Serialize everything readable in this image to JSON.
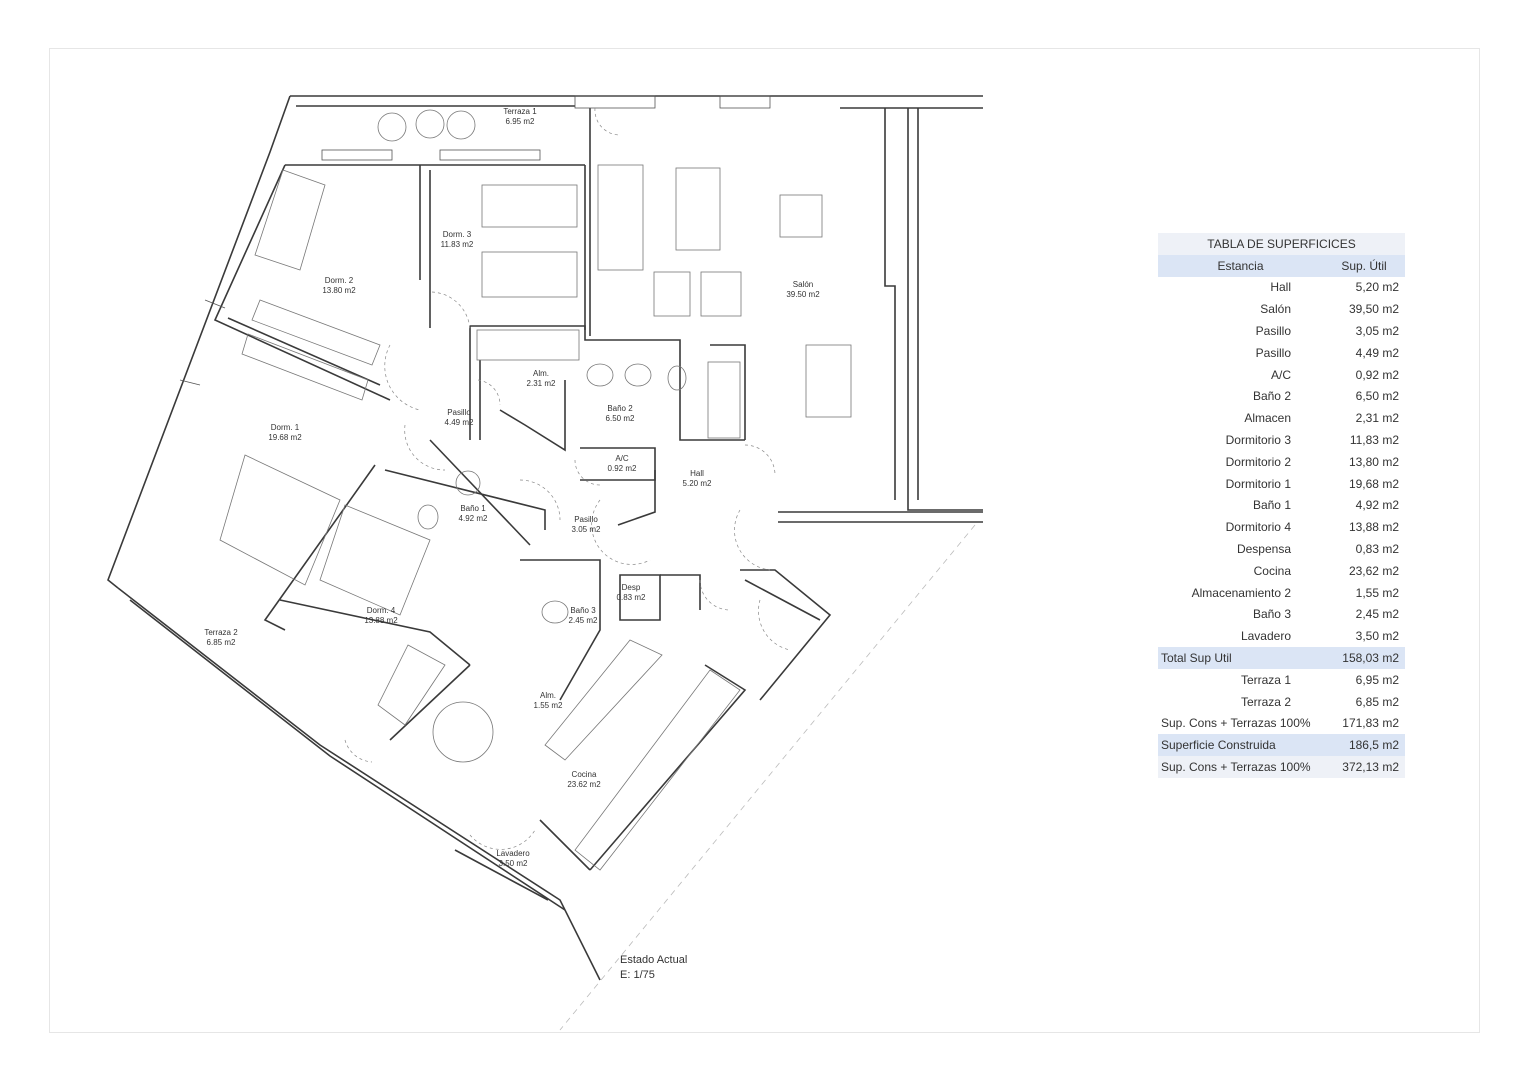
{
  "plan": {
    "rooms": [
      {
        "id": "terraza1",
        "name": "Terraza 1",
        "area": "6.95 m2"
      },
      {
        "id": "dorm3",
        "name": "Dorm. 3",
        "area": "11.83 m2"
      },
      {
        "id": "dorm2",
        "name": "Dorm. 2",
        "area": "13.80 m2"
      },
      {
        "id": "salon",
        "name": "Salón",
        "area": "39.50 m2"
      },
      {
        "id": "alm",
        "name": "Alm.",
        "area": "2.31 m2"
      },
      {
        "id": "pasillo1",
        "name": "Pasillo",
        "area": "4.49 m2"
      },
      {
        "id": "bano2",
        "name": "Baño 2",
        "area": "6.50 m2"
      },
      {
        "id": "dorm1",
        "name": "Dorm. 1",
        "area": "19.68 m2"
      },
      {
        "id": "ac",
        "name": "A/C",
        "area": "0.92 m2"
      },
      {
        "id": "hall",
        "name": "Hall",
        "area": "5.20 m2"
      },
      {
        "id": "bano1",
        "name": "Baño 1",
        "area": "4.92 m2"
      },
      {
        "id": "pasillo2",
        "name": "Pasillo",
        "area": "3.05 m2"
      },
      {
        "id": "desp",
        "name": "Desp",
        "area": "0.83 m2"
      },
      {
        "id": "bano3",
        "name": "Baño 3",
        "area": "2.45 m2"
      },
      {
        "id": "dorm4",
        "name": "Dorm. 4",
        "area": "13.88 m2"
      },
      {
        "id": "terraza2",
        "name": "Terraza 2",
        "area": "6.85 m2"
      },
      {
        "id": "alm2",
        "name": "Alm.",
        "area": "1.55 m2"
      },
      {
        "id": "cocina",
        "name": "Cocina",
        "area": "23.62 m2"
      },
      {
        "id": "lavadero",
        "name": "Lavadero",
        "area": "3.50 m2"
      }
    ],
    "stamp_line1": "Estado Actual",
    "stamp_line2": "E: 1/75"
  },
  "table": {
    "title": "TABLA DE SUPERFICICES",
    "col_room": "Estancia",
    "col_area": "Sup. Útil",
    "rows": [
      {
        "room": "Hall",
        "area": "5,20 m2"
      },
      {
        "room": "Salón",
        "area": "39,50 m2"
      },
      {
        "room": "Pasillo",
        "area": "3,05 m2"
      },
      {
        "room": "Pasillo",
        "area": "4,49 m2"
      },
      {
        "room": "A/C",
        "area": "0,92 m2"
      },
      {
        "room": "Baño 2",
        "area": "6,50 m2"
      },
      {
        "room": "Almacen",
        "area": "2,31 m2"
      },
      {
        "room": "Dormitorio 3",
        "area": "11,83 m2"
      },
      {
        "room": "Dormitorio 2",
        "area": "13,80 m2"
      },
      {
        "room": "Dormitorio 1",
        "area": "19,68 m2"
      },
      {
        "room": "Baño 1",
        "area": "4,92 m2"
      },
      {
        "room": "Dormitorio 4",
        "area": "13,88 m2"
      },
      {
        "room": "Despensa",
        "area": "0,83 m2"
      },
      {
        "room": "Cocina",
        "area": "23,62 m2"
      },
      {
        "room": "Almacenamiento 2",
        "area": "1,55 m2"
      },
      {
        "room": "Baño 3",
        "area": "2,45 m2"
      },
      {
        "room": "Lavadero",
        "area": "3,50 m2"
      }
    ],
    "total_util_label": "Total Sup Util",
    "total_util_value": "158,03 m2",
    "terrace_rows": [
      {
        "room": "Terraza 1",
        "area": "6,95 m2"
      },
      {
        "room": "Terraza 2",
        "area": "6,85 m2"
      }
    ],
    "cons_terr_label": "Sup. Cons + Terrazas 100%",
    "cons_terr_value": "171,83 m2",
    "construida_label": "Superficie Construida",
    "construida_value": "186,5 m2",
    "cons_terr2_label": "Sup. Cons + Terrazas 100%",
    "cons_terr2_value": "372,13 m2"
  }
}
